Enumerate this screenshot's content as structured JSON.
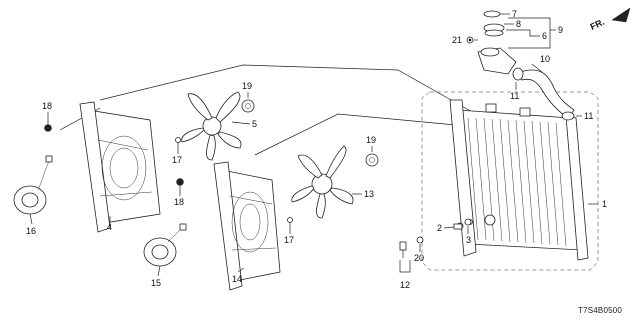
{
  "callouts": {
    "c1": "1",
    "c2": "2",
    "c3": "3",
    "c4": "4",
    "c5": "5",
    "c6": "6",
    "c7": "7",
    "c8": "8",
    "c9": "9",
    "c10": "10",
    "c11a": "11",
    "c11b": "11",
    "c12": "12",
    "c13": "13",
    "c14": "14",
    "c15": "15",
    "c16": "16",
    "c17a": "17",
    "c17b": "17",
    "c18a": "18",
    "c18b": "18",
    "c19a": "19",
    "c19b": "19",
    "c20": "20",
    "c21": "21"
  },
  "direction_label": "FR.",
  "diagram_code": "T7S4B0500"
}
